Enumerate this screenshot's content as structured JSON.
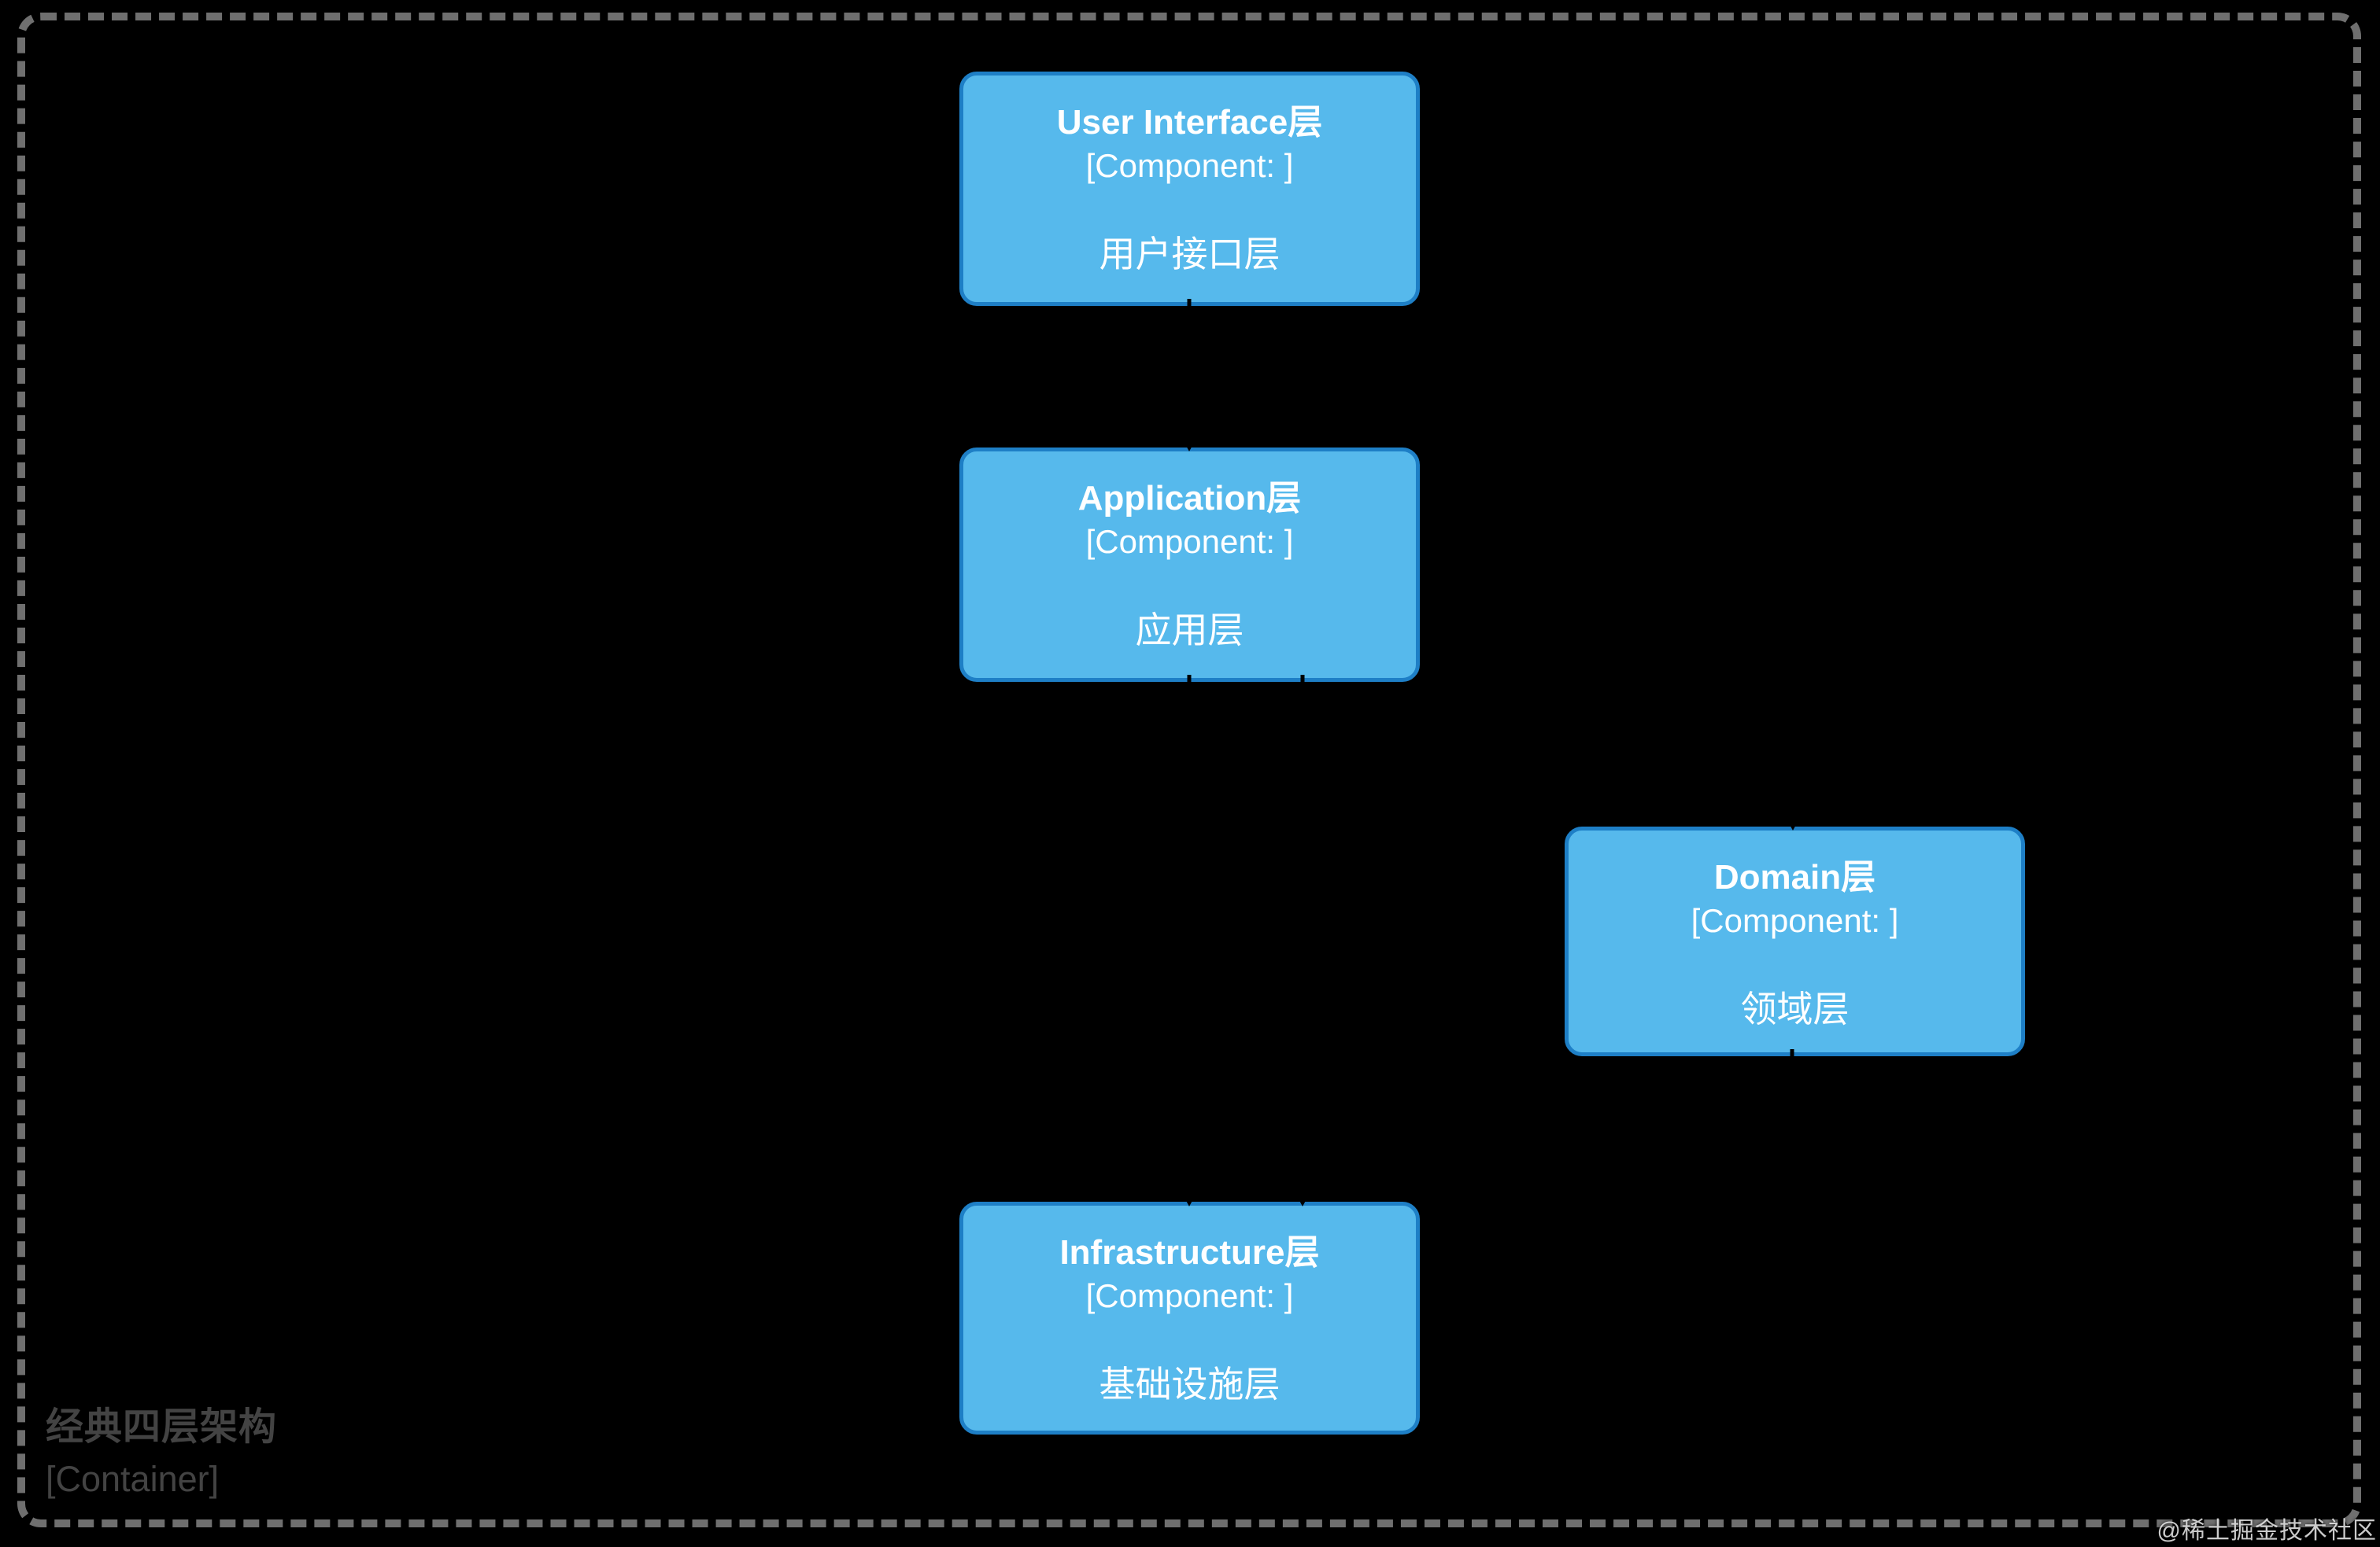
{
  "diagram": {
    "boundary": {
      "name": "经典四层架构",
      "type_label": "[Container]"
    },
    "nodes": [
      {
        "id": "user-interface",
        "title": "User Interface层",
        "stereotype": "[Component: ]",
        "subtitle": "用户接口层"
      },
      {
        "id": "application",
        "title": "Application层",
        "stereotype": "[Component: ]",
        "subtitle": "应用层"
      },
      {
        "id": "domain",
        "title": "Domain层",
        "stereotype": "[Component: ]",
        "subtitle": "领域层"
      },
      {
        "id": "infrastructure",
        "title": "Infrastructure层",
        "stereotype": "[Component: ]",
        "subtitle": "基础设施层"
      }
    ],
    "edges": [
      {
        "from": "user-interface",
        "to": "application"
      },
      {
        "from": "application",
        "to": "domain"
      },
      {
        "from": "application",
        "to": "infrastructure"
      },
      {
        "from": "domain",
        "to": "infrastructure"
      }
    ],
    "colors": {
      "background": "#000000",
      "node_fill": "#56B9EC",
      "node_border": "#1E7FC6",
      "node_text": "#FFFFFF",
      "boundary_border": "#6F6F6F",
      "boundary_label": "#434343",
      "edge": "#000000"
    }
  },
  "watermark": "@稀土掘金技术社区"
}
